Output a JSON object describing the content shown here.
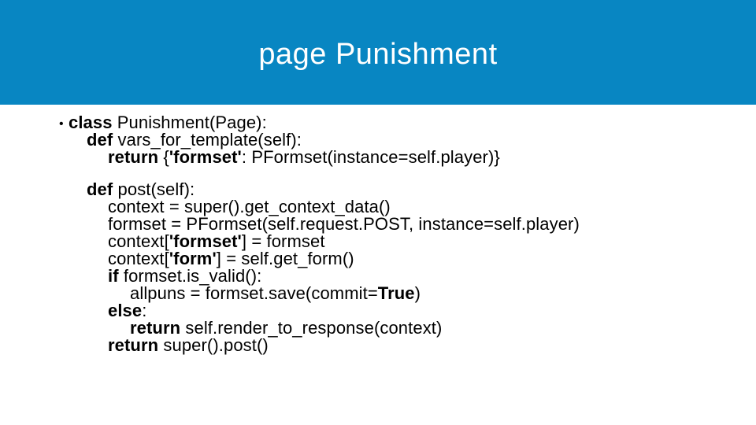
{
  "header": {
    "title": "page Punishment"
  },
  "colors": {
    "header_bg": "#0886c2",
    "title_color": "#ffffff",
    "body_text": "#000000",
    "slide_bg": "#ffffff"
  },
  "code": {
    "bullet_glyph": "•",
    "indents": [
      0,
      35,
      62,
      90
    ],
    "lines": [
      {
        "indent": 0,
        "bullet": true,
        "segments": [
          {
            "t": "class",
            "b": true
          },
          {
            "t": " Punishment(Page):",
            "b": false
          }
        ]
      },
      {
        "indent": 1,
        "segments": [
          {
            "t": "def",
            "b": true
          },
          {
            "t": " vars_for_template(self):",
            "b": false
          }
        ]
      },
      {
        "indent": 2,
        "segments": [
          {
            "t": "return",
            "b": true
          },
          {
            "t": " {",
            "b": false
          },
          {
            "t": "'formset'",
            "b": true
          },
          {
            "t": ": PFormset(instance=self.player)}",
            "b": false
          }
        ]
      },
      {
        "indent": 0,
        "blank": true,
        "segments": []
      },
      {
        "indent": 1,
        "segments": [
          {
            "t": "def",
            "b": true
          },
          {
            "t": " post(self):",
            "b": false
          }
        ]
      },
      {
        "indent": 2,
        "segments": [
          {
            "t": "context = super().get_context_data()",
            "b": false
          }
        ]
      },
      {
        "indent": 2,
        "segments": [
          {
            "t": "formset = PFormset(self.request.POST, instance=self.player)",
            "b": false
          }
        ]
      },
      {
        "indent": 2,
        "segments": [
          {
            "t": "context[",
            "b": false
          },
          {
            "t": "'formset'",
            "b": true
          },
          {
            "t": "] = formset",
            "b": false
          }
        ]
      },
      {
        "indent": 2,
        "segments": [
          {
            "t": "context[",
            "b": false
          },
          {
            "t": "'form'",
            "b": true
          },
          {
            "t": "] = self.get_form()",
            "b": false
          }
        ]
      },
      {
        "indent": 2,
        "segments": [
          {
            "t": "if",
            "b": true
          },
          {
            "t": " formset.is_valid():",
            "b": false
          }
        ]
      },
      {
        "indent": 3,
        "segments": [
          {
            "t": "allpuns = formset.save(commit=",
            "b": false
          },
          {
            "t": "True",
            "b": true
          },
          {
            "t": ")",
            "b": false
          }
        ]
      },
      {
        "indent": 2,
        "segments": [
          {
            "t": "else",
            "b": true
          },
          {
            "t": ":",
            "b": false
          }
        ]
      },
      {
        "indent": 3,
        "segments": [
          {
            "t": "return",
            "b": true
          },
          {
            "t": " self.render_to_response(context)",
            "b": false
          }
        ]
      },
      {
        "indent": 2,
        "segments": [
          {
            "t": "return",
            "b": true
          },
          {
            "t": " super().post()",
            "b": false
          }
        ]
      }
    ]
  }
}
